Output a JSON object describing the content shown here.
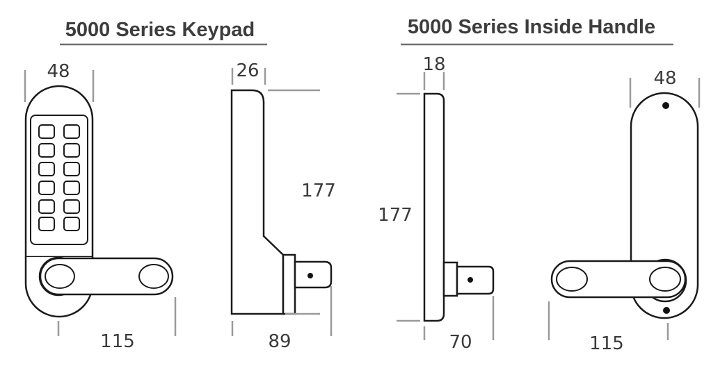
{
  "titles": {
    "keypad": "5000 Series Keypad",
    "handle": "5000 Series Inside Handle"
  },
  "dimensions": {
    "keypad_front_width": "48",
    "keypad_front_length": "115",
    "keypad_side_depth": "26",
    "keypad_side_height": "177",
    "keypad_side_projection": "89",
    "handle_side_depth": "18",
    "handle_side_height": "177",
    "handle_side_projection": "70",
    "handle_front_width": "48",
    "handle_front_length": "115"
  },
  "colors": {
    "outline": "#1a1a1a",
    "dimension_line": "#9a9a9a",
    "title_text": "#3d3d3d"
  }
}
